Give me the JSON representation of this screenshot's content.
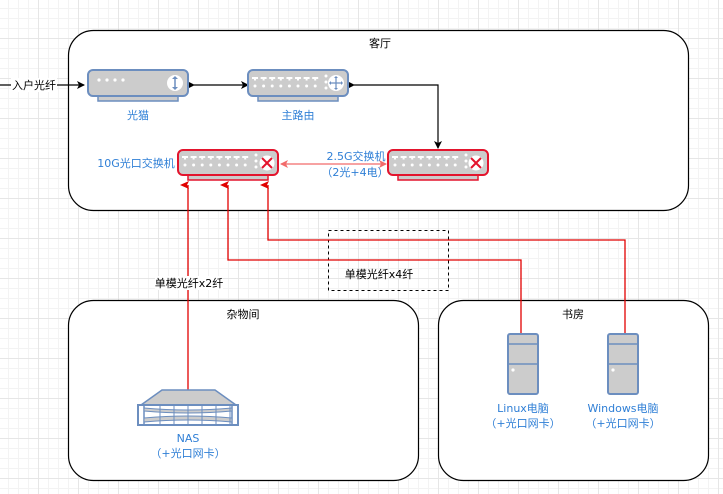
{
  "rooms": {
    "living_room": "客厅",
    "storage_room": "杂物间",
    "study": "书房"
  },
  "devices": {
    "optical_modem": {
      "label": "光猫"
    },
    "main_router": {
      "label": "主路由"
    },
    "switch_10g": {
      "label": "10G光口交换机"
    },
    "switch_25g": {
      "label_line1": "2.5G交换机",
      "label_line2": "（2光+4电）"
    },
    "nas": {
      "label_line1": "NAS",
      "label_line2": "（+光口网卡）"
    },
    "linux_pc": {
      "label_line1": "Linux电脑",
      "label_line2": "（+光口网卡）"
    },
    "windows_pc": {
      "label_line1": "Windows电脑",
      "label_line2": "（+光口网卡）"
    }
  },
  "edges": {
    "incoming_fiber": "入户光纤",
    "fiber_x2": "单模光纤x2纤",
    "fiber_x4": "单模光纤x4纤"
  },
  "colors": {
    "device_stroke": "#6c8ebf",
    "switch_stroke": "#e3142d",
    "fiber_line": "#e10000",
    "label_blue": "#2f7fd6"
  }
}
